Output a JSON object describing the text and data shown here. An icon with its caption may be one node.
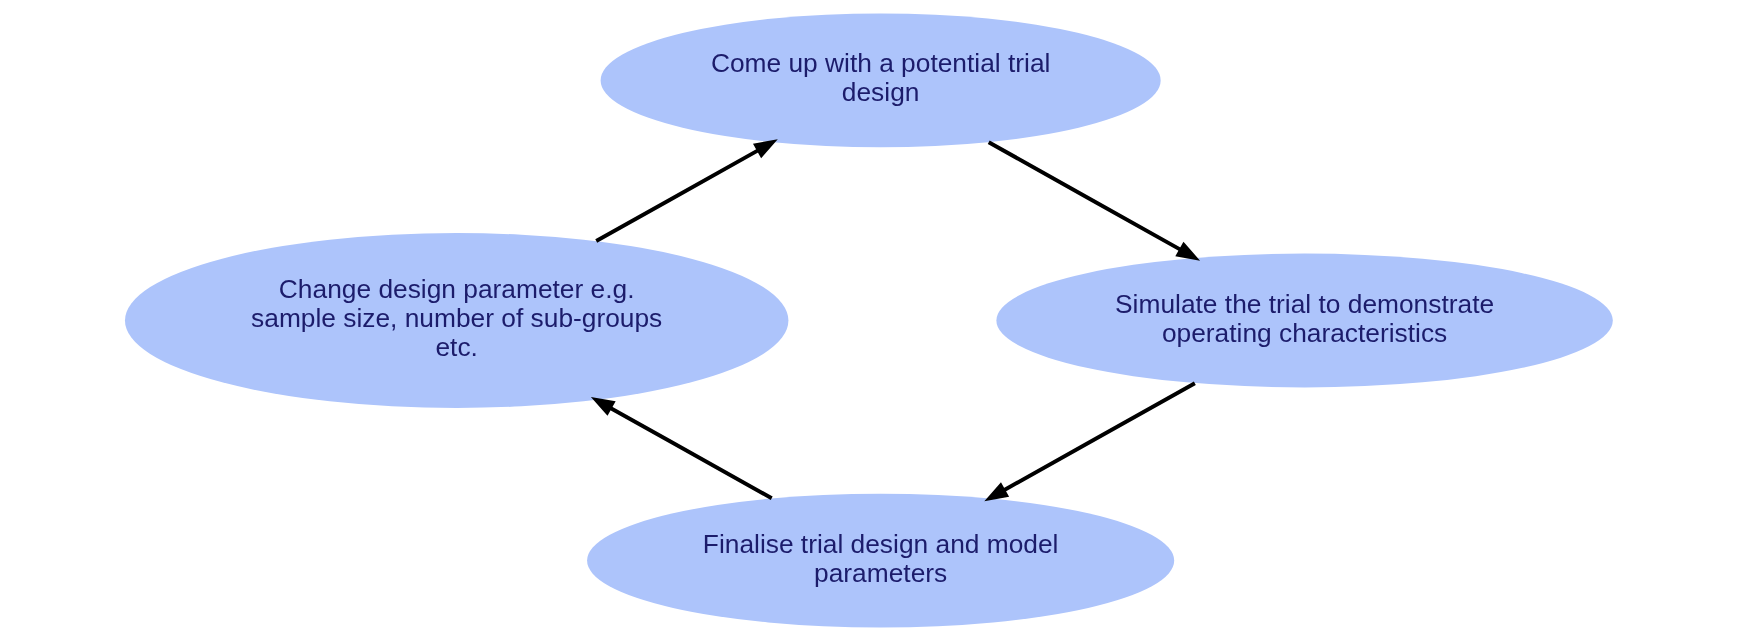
{
  "diagram": {
    "nodes": [
      {
        "text": [
          "Come up with a potential trial design"
        ]
      },
      {
        "text": [
          "Change design parameter e.g. sample size, number of sub-groups etc."
        ]
      },
      {
        "text": [
          "Simulate the trial to demonstrate operating characteristics"
        ]
      },
      {
        "text": [
          "Finalise trial design and model parameters"
        ]
      }
    ],
    "edges": [
      {
        "from": 1,
        "to": 0,
        "arrow": "to"
      },
      {
        "from": 0,
        "to": 2,
        "arrow": "to"
      },
      {
        "from": 2,
        "to": 3,
        "arrow": "to"
      },
      {
        "from": 3,
        "to": 1,
        "arrow": "to"
      }
    ]
  }
}
